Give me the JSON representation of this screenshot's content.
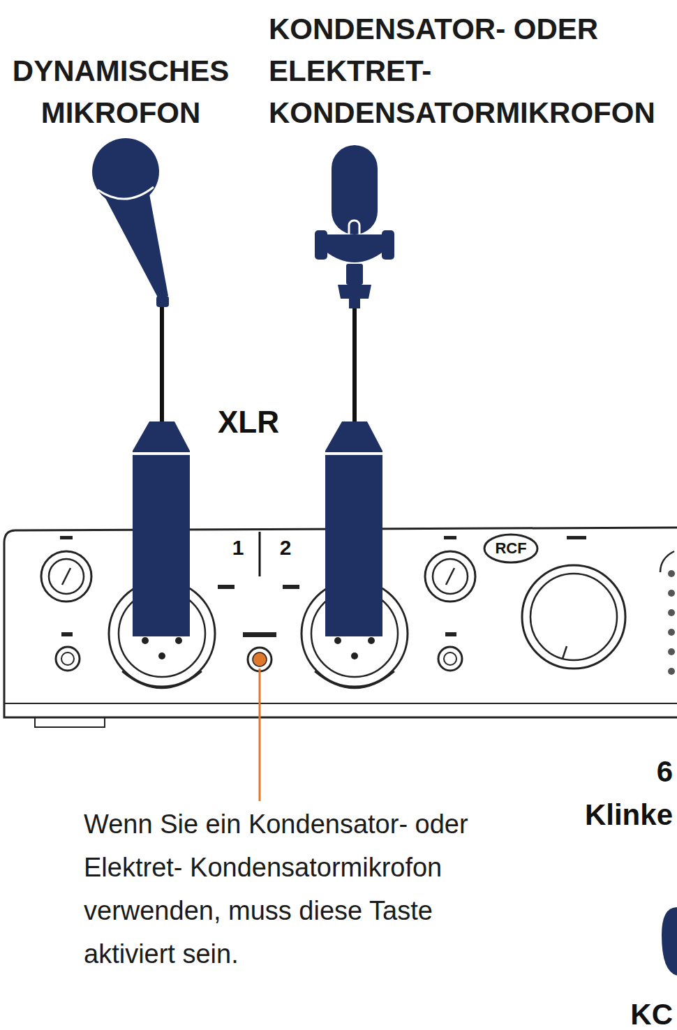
{
  "diagram": {
    "labels": [
      "DYNAMISCHES MIKROFON",
      "KONDENSATOR- ODER ELEKTRET- KONDENSATORMIKROFON",
      "XLR",
      "1",
      "2",
      "RCF",
      "Wenn Sie ein Kondensator- oder Elektret- Kondensatormikrofon verwenden, muss diese Taste aktiviert sein.",
      "6",
      "Klinke",
      "KC"
    ]
  }
}
